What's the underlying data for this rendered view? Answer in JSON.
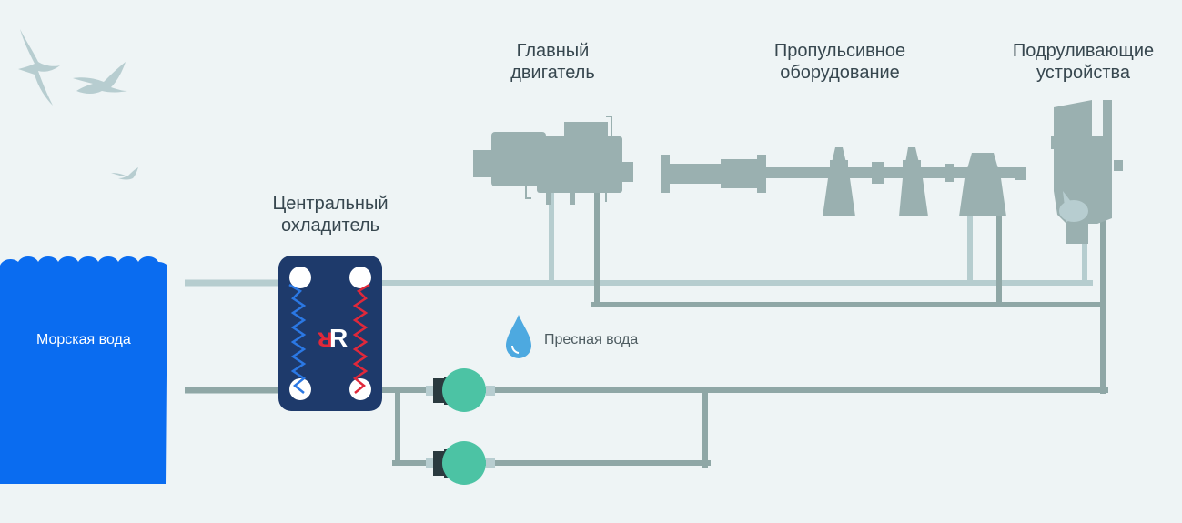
{
  "labels": {
    "main_engine": "Главный\nдвигатель",
    "propulsion": "Пропульсивное\nоборудование",
    "thrusters": "Подруливающие\nустройства",
    "central_cooler": "Центральный\nохладитель",
    "sea_water": "Морская вода",
    "fresh_water": "Пресная вода"
  },
  "colors": {
    "background": "#eef4f5",
    "sea": "#0a6cf0",
    "pipe": "#8fa7a6",
    "pipe_light": "#b6cdcf",
    "machinery": "#9ab0b0",
    "cooler_plate": "#1e3a6b",
    "hot_line": "#e0283a",
    "cold_line": "#2b78e4",
    "pump": "#4cc3a4",
    "pump_motor": "#2a3a3f",
    "droplet": "#4da9e0",
    "birds": "#b7cdd0"
  },
  "icons": [
    "bird-icon",
    "water-drop-icon",
    "logo-icon",
    "pump-icon"
  ]
}
